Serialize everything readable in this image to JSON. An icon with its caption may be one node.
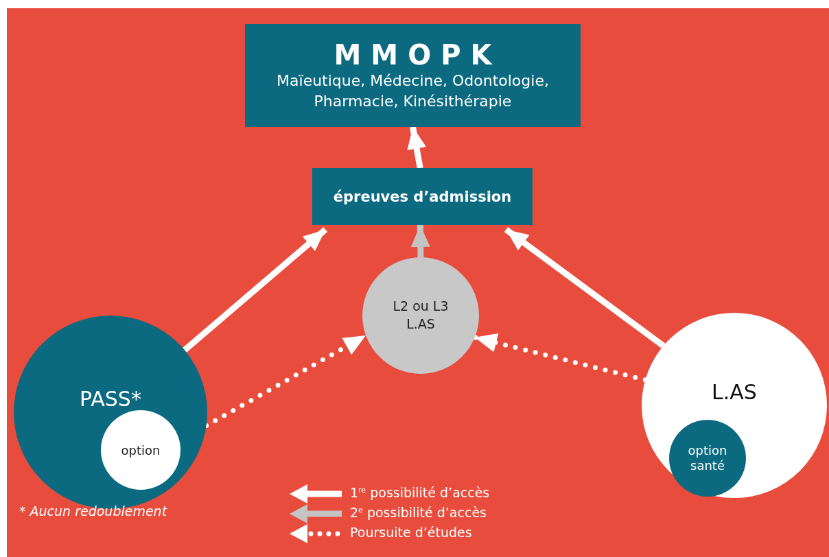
{
  "diagram": {
    "nodes": [
      {
        "text": [
          "MMOPK",
          "Maïeutique, Médecine, Odontologie, Pharmacie, Kinésithérapie"
        ]
      },
      {
        "text": [
          "épreuves d’admission"
        ]
      },
      {
        "text": [
          "L2 ou L3 L.AS"
        ]
      },
      {
        "text": [
          "PASS*"
        ]
      },
      {
        "text": [
          "option"
        ],
        "in": 3
      },
      {
        "text": [
          "L.AS"
        ]
      },
      {
        "text": [
          "option santé"
        ],
        "in": 5
      }
    ],
    "edges": [
      {
        "from": 1,
        "to": 0,
        "arrow": "to"
      },
      {
        "from": 3,
        "to": 1,
        "arrow": "to"
      },
      {
        "from": 2,
        "to": 1,
        "arrow": "to",
        "color": "#c4c4c4"
      },
      {
        "from": 5,
        "to": 1,
        "arrow": "to"
      },
      {
        "from": 3,
        "to": 2,
        "arrow": "to",
        "style": "dashed"
      },
      {
        "from": 5,
        "to": 2,
        "arrow": "to",
        "style": "dashed"
      }
    ],
    "labels": [
      "* Aucun redoublement"
    ],
    "legend": [
      {
        "text": "1$^{re}$ possibilité d’accès"
      },
      {
        "text": "2$^{e}$ possibilité d’accès"
      },
      {
        "text": "Poursuite d’études"
      }
    ]
  }
}
